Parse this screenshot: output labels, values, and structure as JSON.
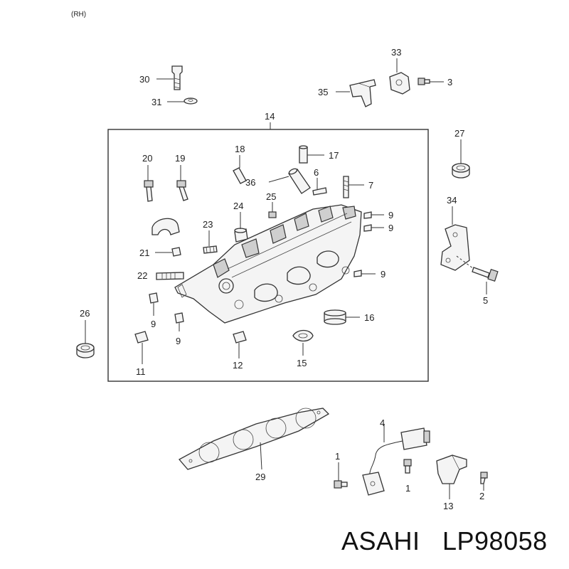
{
  "header": {
    "side_label": "(RH)"
  },
  "footer": {
    "brand": "ASAHI",
    "part_number": "LP98058"
  },
  "callouts": {
    "c30": "30",
    "c31": "31",
    "c33": "33",
    "c3": "3",
    "c35": "35",
    "c14": "14",
    "c27": "27",
    "c34": "34",
    "c5": "5",
    "c26": "26",
    "c20": "20",
    "c19": "19",
    "c18": "18",
    "c17": "17",
    "c36": "36",
    "c6": "6",
    "c7": "7",
    "c25": "25",
    "c24": "24",
    "c23": "23",
    "c21": "21",
    "c22": "22",
    "c9a": "9",
    "c9b": "9",
    "c9c": "9",
    "c9d": "9",
    "c9e": "9",
    "c16": "16",
    "c11": "11",
    "c12": "12",
    "c15": "15",
    "c29": "29",
    "c4": "4",
    "c1a": "1",
    "c1b": "1",
    "c13": "13",
    "c2": "2"
  }
}
